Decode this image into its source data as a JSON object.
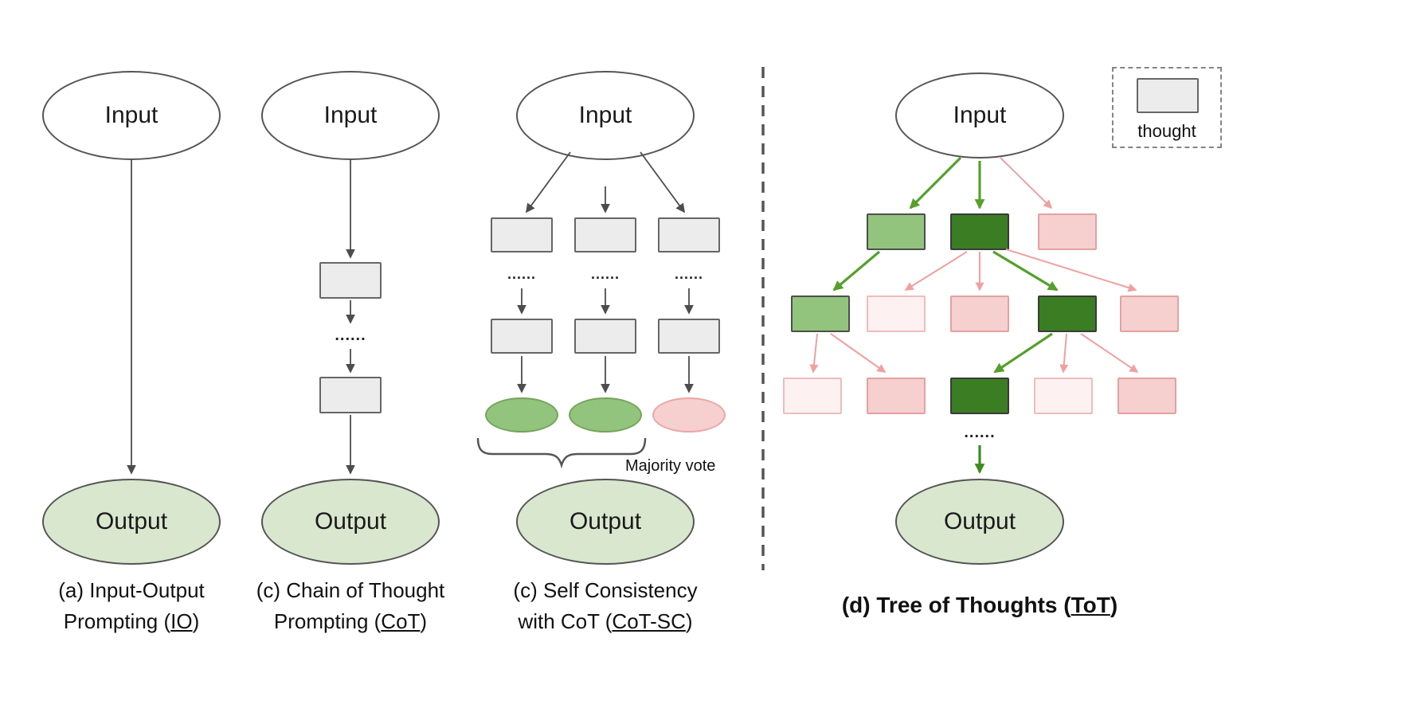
{
  "colors": {
    "gray_box_fill": "#ececec",
    "gray_box_stroke": "#666666",
    "ellipse_stroke": "#555555",
    "output_fill": "#d9e7cf",
    "green_mid": "#93c47d",
    "green_dark": "#3b7d23",
    "pink_fill": "#f6cfcf",
    "pink_light_fill": "#fdf1f1",
    "arrow_gray": "#4d4d4d",
    "arrow_green": "#55a02c",
    "arrow_dark_green": "#3e8a22",
    "arrow_pink": "#f0a0a0"
  },
  "panel_io": {
    "input_label": "Input",
    "output_label": "Output",
    "caption_line1": "(a) Input-Output",
    "caption_line2_prefix": "Prompting (",
    "caption_line2_underlined": "IO",
    "caption_line2_suffix": ")"
  },
  "panel_cot": {
    "input_label": "Input",
    "output_label": "Output",
    "dots": "......",
    "caption_line1": "(c) Chain of Thought",
    "caption_line2_prefix": "Prompting (",
    "caption_line2_underlined": "CoT",
    "caption_line2_suffix": ")"
  },
  "panel_cotsc": {
    "input_label": "Input",
    "output_label": "Output",
    "dots_left": "......",
    "dots_mid": "......",
    "dots_right": "......",
    "majority_vote_label": "Majority vote",
    "caption_line1": "(c) Self Consistency",
    "caption_line2_prefix": "with CoT (",
    "caption_line2_underlined": "CoT-SC",
    "caption_line2_suffix": ")"
  },
  "panel_tot": {
    "input_label": "Input",
    "output_label": "Output",
    "dots": "......",
    "legend_label": "thought",
    "caption_prefix": "(d) Tree of Thoughts (",
    "caption_underlined": "ToT",
    "caption_suffix": ")"
  }
}
